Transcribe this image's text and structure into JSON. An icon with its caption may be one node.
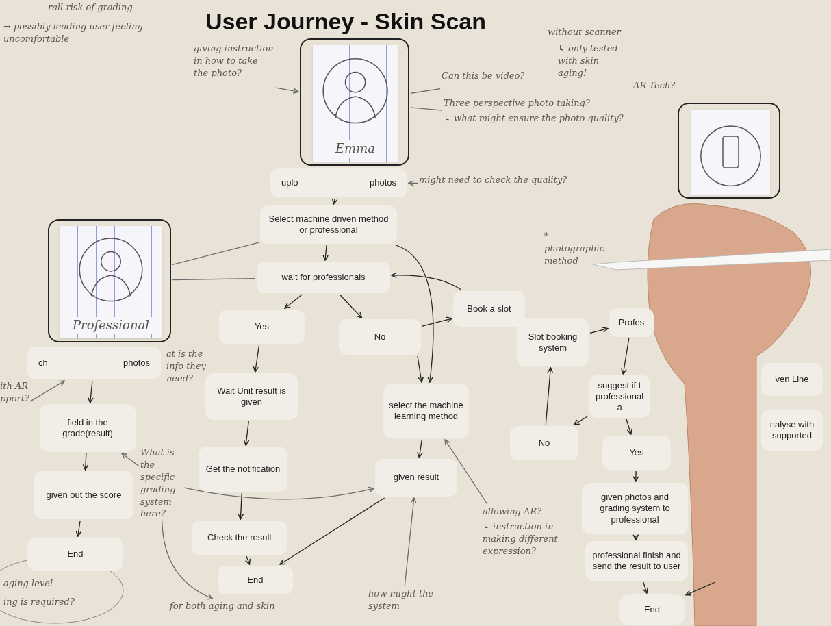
{
  "diagram": {
    "title": "User Journey - Skin Scan",
    "nodes": [
      {
        "text": [],
        "shape": "box"
      },
      {
        "text": [
          "Emma"
        ],
        "in": 0
      },
      {
        "text": [
          "uplo",
          "photos"
        ]
      },
      {
        "text": [
          "Select machine driven method or professional"
        ]
      },
      {
        "text": [
          "wait for professionals"
        ]
      },
      {
        "text": [
          "Yes"
        ]
      },
      {
        "text": [
          "No"
        ]
      },
      {
        "text": [
          "Book a slot"
        ]
      },
      {
        "text": [
          "Wait Unit result is given"
        ]
      },
      {
        "text": [
          "select the machine learning method"
        ]
      },
      {
        "text": [
          "Get the notification"
        ]
      },
      {
        "text": [
          "given result"
        ]
      },
      {
        "text": [
          "Check the result"
        ]
      },
      {
        "text": [
          "End"
        ]
      },
      {
        "text": [],
        "shape": "box"
      },
      {
        "text": [
          "Professional"
        ],
        "in": 14
      },
      {
        "text": [
          "ch",
          "photos"
        ]
      },
      {
        "text": [
          "field in the grade(result)"
        ]
      },
      {
        "text": [
          "given out the score"
        ]
      },
      {
        "text": [
          "End"
        ]
      },
      {
        "text": [],
        "shape": "box"
      },
      {
        "text": [],
        "shape": "picture",
        "in": 20
      },
      {
        "text": [
          "Slot booking system"
        ]
      },
      {
        "text": [
          "Profes"
        ]
      },
      {
        "text": [
          "suggest if t professional a"
        ]
      },
      {
        "text": [
          "No"
        ]
      },
      {
        "text": [
          "Yes"
        ]
      },
      {
        "text": [
          "given photos and grading system to professional"
        ]
      },
      {
        "text": [
          "professional finish and send the result to user"
        ]
      },
      {
        "text": [
          "End"
        ]
      },
      {
        "text": [
          "ven Line"
        ]
      },
      {
        "text": [
          "nalyse with supported"
        ]
      },
      {
        "text": [
          "giving instruction in how to take the photo?"
        ]
      },
      {
        "text": [
          "Can this be video?"
        ]
      },
      {
        "text": [
          "Three perspective photo taking?",
          "↳ what might ensure the photo quality?"
        ]
      },
      {
        "text": [
          "might need to check the quality?"
        ]
      },
      {
        "text": [
          "What is the specific grading system here?"
        ]
      },
      {
        "text": [
          "for both aging and skin"
        ]
      },
      {
        "text": [
          "allowing AR?",
          "↳ instruction in making different expression?"
        ]
      },
      {
        "text": [
          "how might the system"
        ]
      },
      {
        "text": [
          "ith AR pport?"
        ]
      }
    ],
    "edges": [
      {
        "from": 2,
        "to": 3,
        "arrow": "to"
      },
      {
        "from": 3,
        "to": 4,
        "arrow": "to"
      },
      {
        "from": 3,
        "to": 9,
        "arrow": "to"
      },
      {
        "from": 4,
        "to": 5,
        "arrow": "to"
      },
      {
        "from": 4,
        "to": 6,
        "arrow": "to"
      },
      {
        "from": 6,
        "to": 7,
        "arrow": "to"
      },
      {
        "from": 7,
        "to": 4,
        "arrow": "to"
      },
      {
        "from": 6,
        "to": 9,
        "arrow": "to"
      },
      {
        "from": 5,
        "to": 8,
        "arrow": "to"
      },
      {
        "from": 8,
        "to": 10,
        "arrow": "to"
      },
      {
        "from": 10,
        "to": 12,
        "arrow": "to"
      },
      {
        "from": 12,
        "to": 13,
        "arrow": "to"
      },
      {
        "from": 9,
        "to": 11,
        "arrow": "to"
      },
      {
        "from": 11,
        "to": 13,
        "arrow": "to"
      },
      {
        "from": 16,
        "to": 17,
        "arrow": "to"
      },
      {
        "from": 17,
        "to": 18,
        "arrow": "to"
      },
      {
        "from": 18,
        "to": 19,
        "arrow": "to"
      },
      {
        "from": 25,
        "to": 22,
        "arrow": "to"
      },
      {
        "from": 22,
        "to": 23,
        "arrow": "to"
      },
      {
        "from": 24,
        "to": 25,
        "arrow": "to"
      },
      {
        "from": 24,
        "to": 26,
        "arrow": "to"
      },
      {
        "from": 26,
        "to": 27,
        "arrow": "to"
      },
      {
        "from": 27,
        "to": 28,
        "arrow": "to"
      },
      {
        "from": 28,
        "to": 29,
        "arrow": "to"
      },
      {
        "from": null,
        "to": 29,
        "arrow": "to"
      },
      {
        "from": 14,
        "to": 3,
        "arrow": "none",
        "color": "#6b6b6b"
      },
      {
        "from": 14,
        "to": 4,
        "arrow": "none",
        "color": "#6b6b6b"
      },
      {
        "from": 32,
        "to": 0,
        "arrow": "to",
        "color": "#6b6b6b"
      },
      {
        "from": 33,
        "to": 0,
        "arrow": "none",
        "color": "#6b6b6b"
      },
      {
        "from": 34,
        "to": 0,
        "arrow": "none",
        "color": "#6b6b6b"
      },
      {
        "from": 35,
        "to": 2,
        "arrow": "to",
        "color": "#6b6b6b"
      },
      {
        "from": 36,
        "to": 17,
        "arrow": "to",
        "color": "#6b6b6b"
      },
      {
        "from": 36,
        "to": 11,
        "arrow": "to",
        "color": "#6b6b6b"
      },
      {
        "from": 36,
        "to": 37,
        "arrow": "to",
        "color": "#6b6b6b"
      },
      {
        "from": 38,
        "to": 9,
        "arrow": "to",
        "color": "#6b6b6b"
      },
      {
        "from": 39,
        "to": 11,
        "arrow": "to",
        "color": "#6b6b6b"
      },
      {
        "from": 40,
        "to": 16,
        "arrow": "to",
        "color": "#6b6b6b"
      },
      {
        "from": 23,
        "to": 24,
        "arrow": "to"
      }
    ],
    "labels": [
      "rall risk of grading",
      "→ possibly leading user feeling uncomfortable",
      "without scanner",
      "↳ only tested with skin aging!",
      "AR Tech?",
      "* photographic method",
      "at is the info they need?",
      "aging level",
      "ing is required?"
    ]
  }
}
